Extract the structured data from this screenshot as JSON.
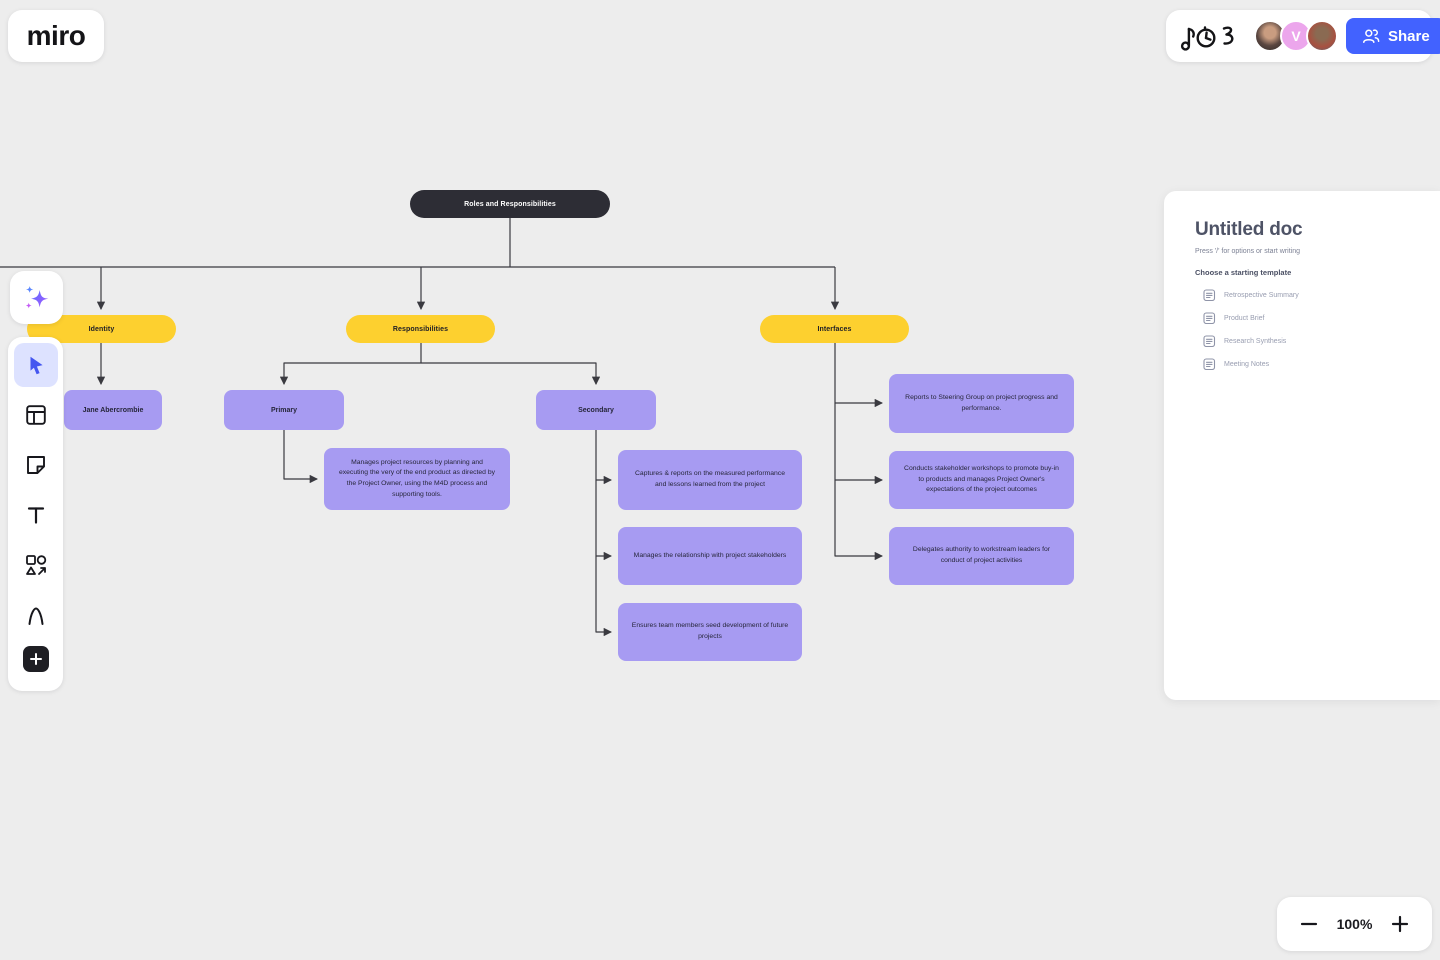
{
  "app": {
    "logo_text": "miro"
  },
  "topbar": {
    "share_label": "Share",
    "avatars": [
      {
        "type": "photo"
      },
      {
        "type": "initial",
        "initial": "V"
      },
      {
        "type": "photo"
      }
    ]
  },
  "toolbar": {
    "tools": [
      "ai-assist",
      "select",
      "templates",
      "sticky-note",
      "text",
      "shapes",
      "pen",
      "add"
    ]
  },
  "mindmap": {
    "root_label": "Roles and Responsibilities",
    "identity": {
      "label": "Identity",
      "person": "Jane Abercrombie"
    },
    "responsibilities": {
      "label": "Responsibilities",
      "primary": {
        "label": "Primary",
        "items": [
          "Manages project resources by planning and executing the very of the end product as directed by the Project Owner, using the M4D process and supporting tools."
        ]
      },
      "secondary": {
        "label": "Secondary",
        "items": [
          "Captures & reports on the measured performance and lessons learned from the project",
          "Manages the relationship with project stakeholders",
          "Ensures team members seed development of future projects"
        ]
      }
    },
    "interfaces": {
      "label": "Interfaces",
      "items": [
        "Reports to Steering Group on project progress and performance.",
        "Conducts stakeholder workshops to promote buy-in to products and manages Project Owner's expectations of the project outcomes",
        "Delegates authority to workstream leaders for conduct of project activities"
      ]
    }
  },
  "doc_panel": {
    "title": "Untitled doc",
    "placeholder": "Press '/' for options or start writing",
    "section_heading": "Choose a starting template",
    "templates": [
      {
        "label": "Retrospective Summary"
      },
      {
        "label": "Product Brief"
      },
      {
        "label": "Research Synthesis"
      },
      {
        "label": "Meeting Notes"
      }
    ]
  },
  "zoom_controls": {
    "level": "100%"
  },
  "colors": {
    "accent_blue": "#4262FF",
    "node_yellow": "#FDD02F",
    "node_purple": "#A79BF2",
    "node_dark": "#2D2D35",
    "canvas_bg": "#EDEDED"
  }
}
